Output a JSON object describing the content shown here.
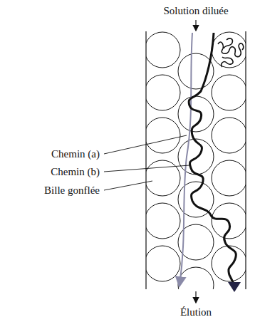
{
  "diagram": {
    "labels": [
      "Solution diluée",
      "Chemin (a)",
      "Chemin (b)",
      "Bille gonflée",
      "Élution"
    ]
  }
}
